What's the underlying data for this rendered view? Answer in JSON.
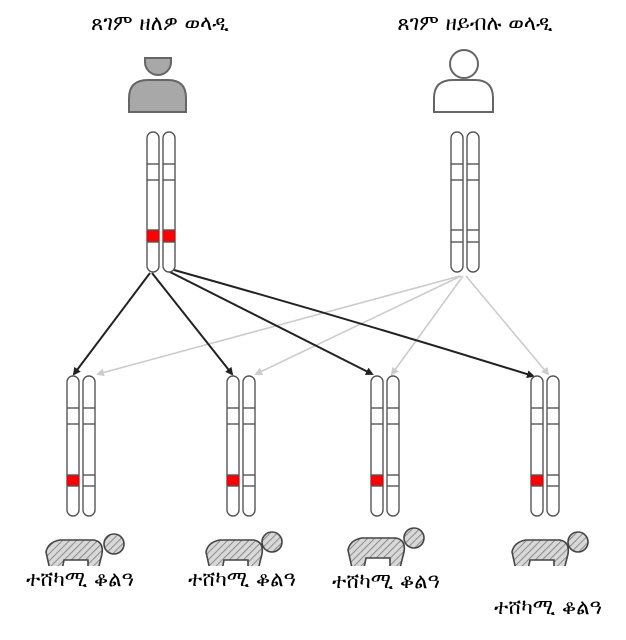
{
  "parents": {
    "affected_label": "ጸገም ዘለዎ ወላዲ",
    "unaffected_label": "ጸገም ዘይብሉ ወላዲ"
  },
  "children": [
    {
      "label": "ተሸካሚ ቆልዓ"
    },
    {
      "label": "ተሸካሚ ቆልዓ"
    },
    {
      "label": "ተሸካሚ ቆልዓ"
    },
    {
      "label": "ተሸካሚ ቆልዓ"
    }
  ],
  "colors": {
    "mutation": "#ff0000",
    "affected_fill": "#a8a8a8",
    "outline": "#555555",
    "affected_arrow": "#222222",
    "unaffected_arrow": "#cccccc"
  },
  "icons": {
    "affected_parent": "person-filled-icon",
    "unaffected_parent": "person-outline-icon",
    "child": "crawling-baby-icon"
  }
}
